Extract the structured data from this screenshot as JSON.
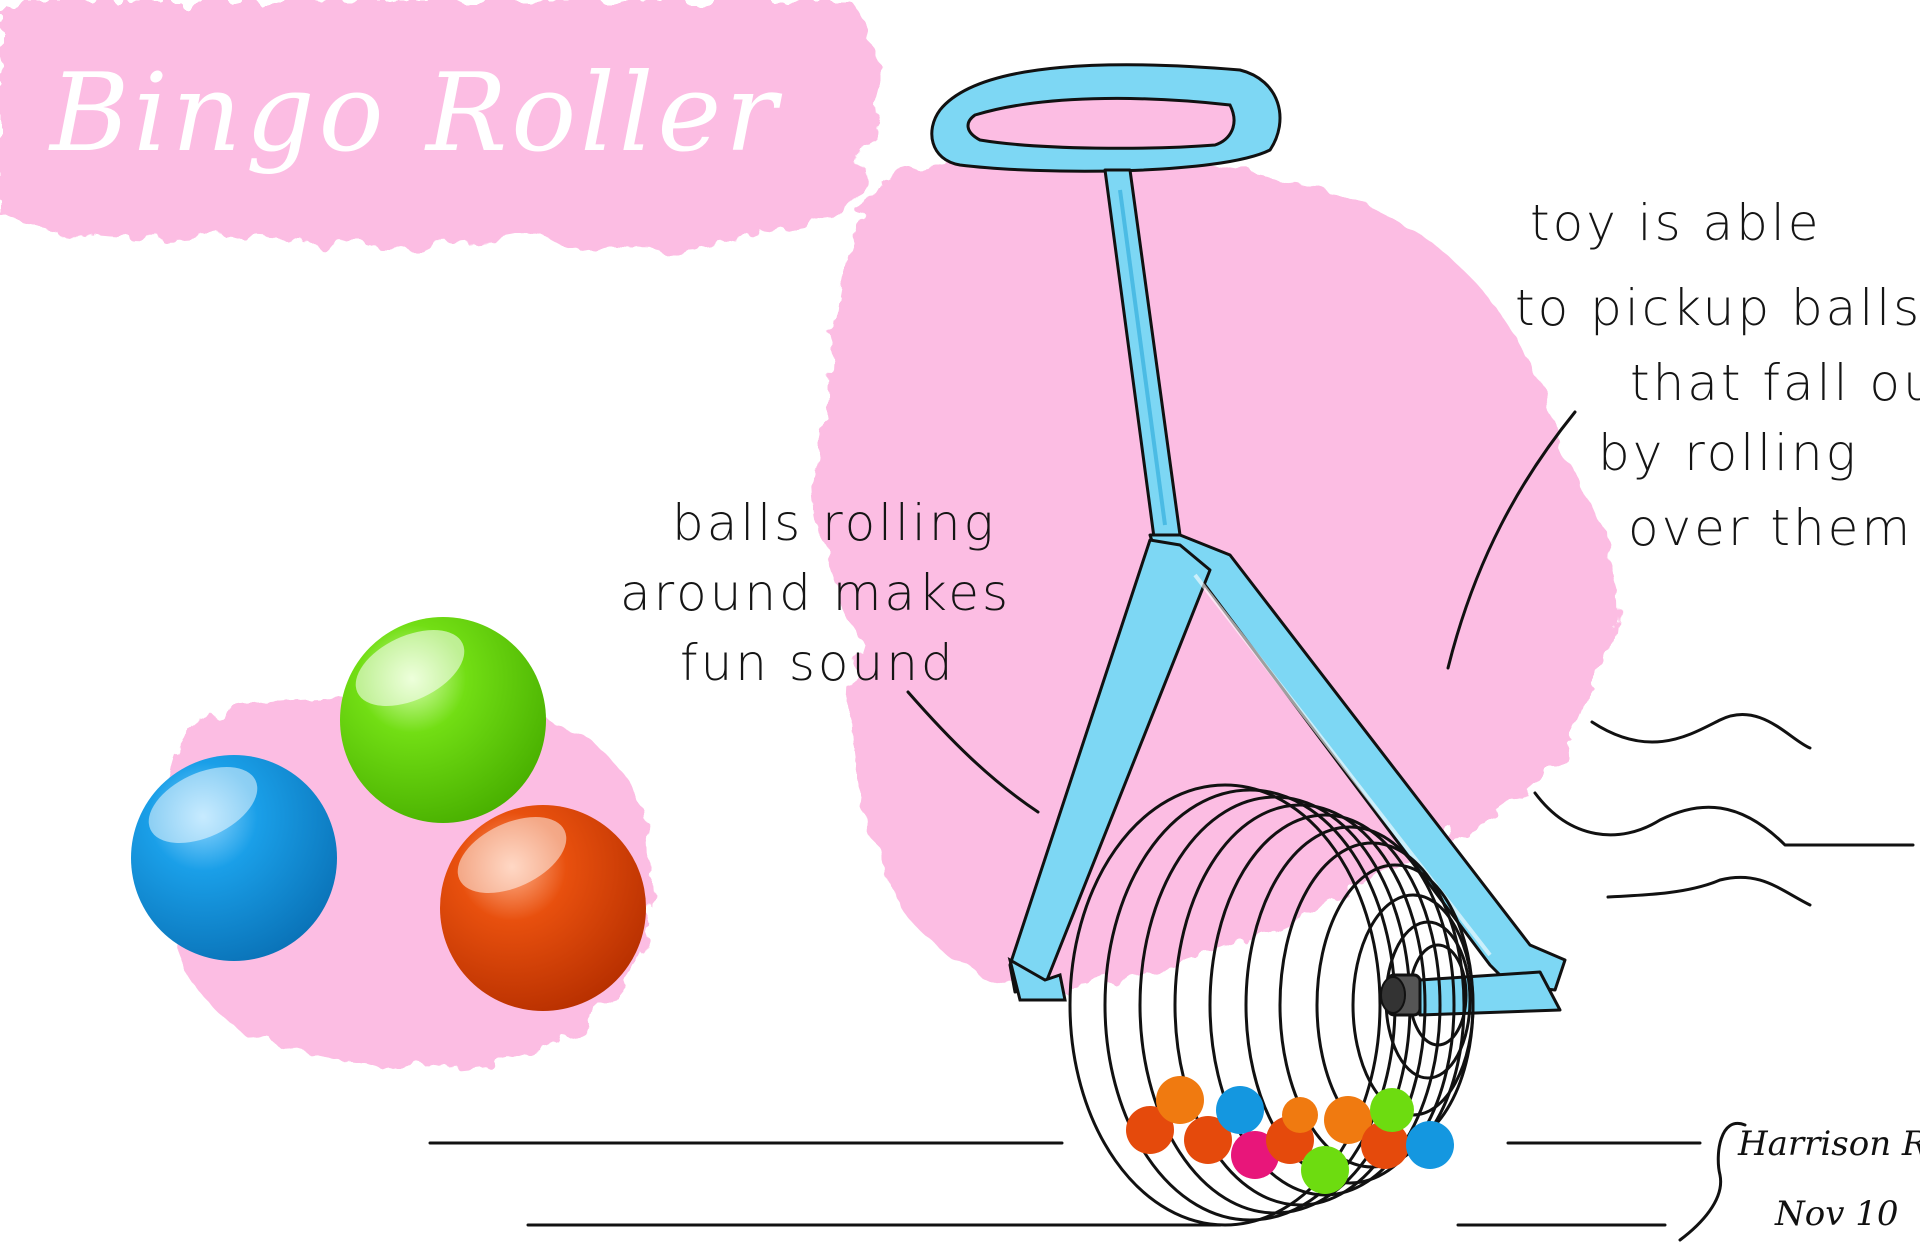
{
  "title": "Bingo Roller",
  "annotations": {
    "sound_lines": [
      "balls rolling",
      "around makes",
      "fun sound"
    ],
    "pickup_lines": [
      "toy is able",
      "to pickup balls",
      "that fall out",
      "by rolling",
      "over them"
    ]
  },
  "signature": {
    "name": "Harrison Rodd",
    "date": "Nov 10"
  },
  "colors": {
    "background_blob": "#fcbde3",
    "handle": "#7dd7f4",
    "handle_dark": "#2aa9d8",
    "ball_blue": "#1497e0",
    "ball_green": "#6ddc10",
    "ball_orange": "#e54a0c",
    "ink": "#111111"
  }
}
